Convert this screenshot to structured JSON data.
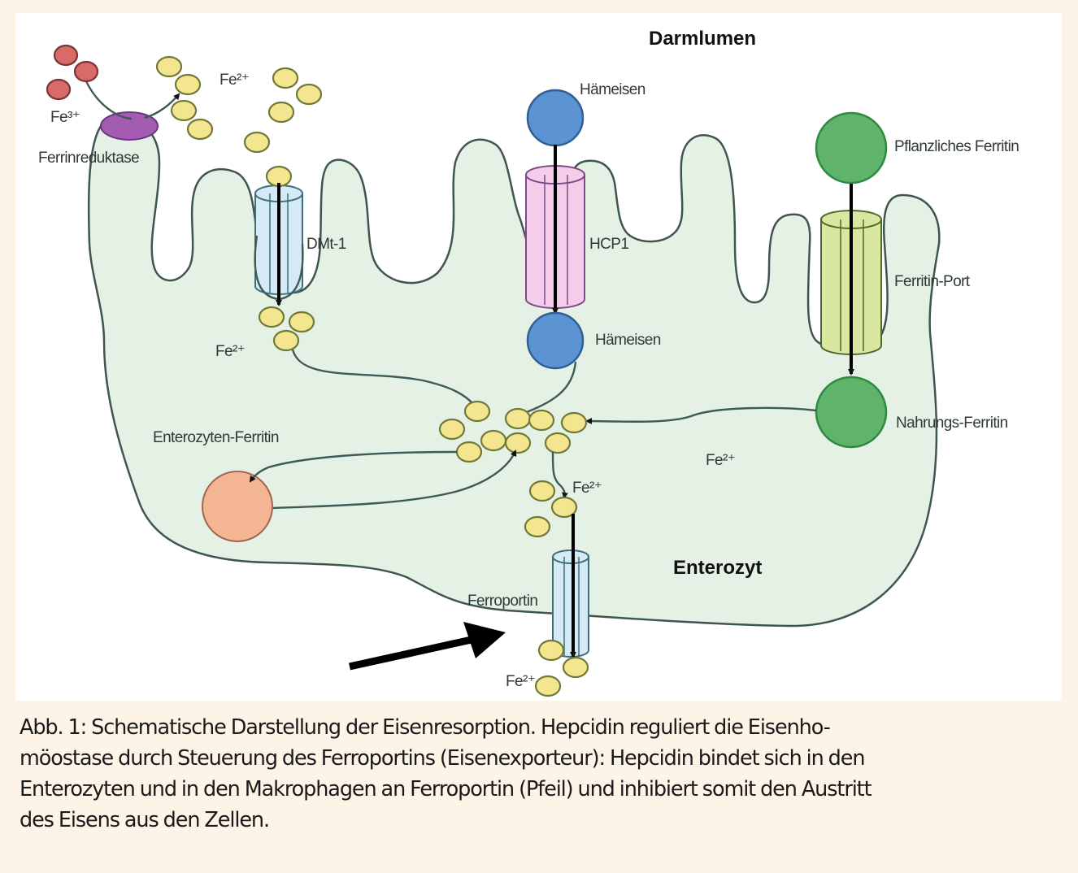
{
  "figure": {
    "region_labels": {
      "lumen": "Darmlumen",
      "cell": "Enterozyt"
    },
    "molecules": {
      "fe3": "Fe³⁺",
      "fe2_lumen": "Fe²⁺",
      "fe2_dmt": "Fe²⁺",
      "fe2_cytosol": "Fe²⁺",
      "fe2_export": "Fe²⁺",
      "fe2_blood": "Fe²⁺"
    },
    "proteins": {
      "ferrireductase": "Ferrinreduktase",
      "dmt1": "DMt-1",
      "heme_iron_lumen": "Hämeisen",
      "hcp1": "HCP1",
      "heme_iron_cell": "Hämeisen",
      "plant_ferritin": "Pflanzliches Ferritin",
      "ferritin_port": "Ferritin-Port",
      "dietary_ferritin": "Nahrungs-Ferritin",
      "enterocyte_ferritin": "Enterozyten-Ferritin",
      "ferroportin": "Ferroportin"
    },
    "colors": {
      "cytosol": "#e6f1e6",
      "fe2": "#f4e68f",
      "fe3": "#d86a68",
      "ferrireductase": "#a35cb2",
      "dmt1_channel": "#d6eaf5",
      "hcp1_channel": "#f3cde9",
      "heme": "#5b93d3",
      "ferritin_green": "#5fb36b",
      "ferritin_port": "#d9e7a1",
      "enterocyte_ferritin": "#f4b593",
      "ferroportin_channel": "#d6eaf5"
    }
  },
  "caption": {
    "lines": [
      "Abb. 1: Schematische Darstellung der Eisenresorption. Hepcidin reguliert die Eisenho-",
      "möostase durch Steuerung des Ferroportins (Eisenexporteur): Hepcidin bindet sich in den",
      "Enterozyten und in den Makrophagen an Ferroportin (Pfeil) und inhibiert somit den Austritt",
      "des Eisens aus den Zellen."
    ]
  }
}
